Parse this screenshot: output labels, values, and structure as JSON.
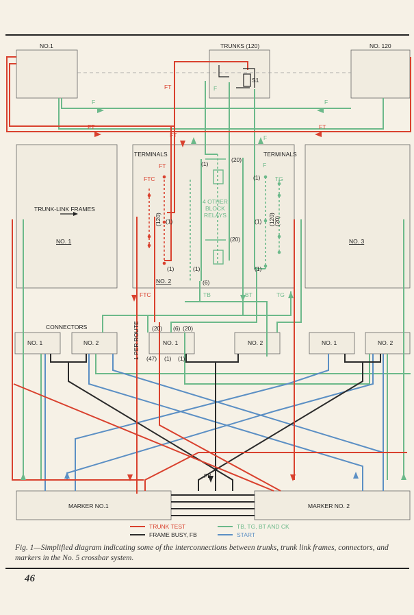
{
  "labels": {
    "no1_trunk": "NO.1",
    "no120_trunk": "NO. 120",
    "trunks": "TRUNKS (120)",
    "ft": "FT",
    "f": "F",
    "s1": "S1",
    "terminals": "TERMINALS",
    "ftc": "FTC",
    "tg": "TG",
    "one": "(1)",
    "twenty": "(20)",
    "onetwenty": "(120)",
    "six": "(6)",
    "fortyseven": "(47)",
    "other_relays": [
      "4 OTHER",
      "BLOCK",
      "RELAYS"
    ],
    "trunk_link_frames": "TRUNK-LINK FRAMES",
    "frame_no1": "NO. 1",
    "frame_no2": "NO. 2",
    "frame_no3": "NO. 3",
    "tb": "TB",
    "bt": "BT",
    "per_route": "1 PER ROUTE",
    "connectors": "CONNECTORS",
    "conn_no1": "NO. 1",
    "conn_no2": "NO. 2",
    "fb": "FB",
    "marker1": "MARKER NO.1",
    "marker2": "MARKER NO. 2"
  },
  "legend": {
    "trunk_test": "TRUNK TEST",
    "frame_busy": "FRAME BUSY, FB",
    "tb_tg": "TB, TG, BT AND CK",
    "start": "START"
  },
  "colors": {
    "red": "#d9412e",
    "green": "#6cb98a",
    "blue": "#5b8fc4",
    "black": "#2b2b2b"
  },
  "caption": "Fig. 1—Simplified diagram indicating some of the interconnections between trunks, trunk link frames, connectors, and markers in the No. 5 crossbar system.",
  "page_number": "46"
}
